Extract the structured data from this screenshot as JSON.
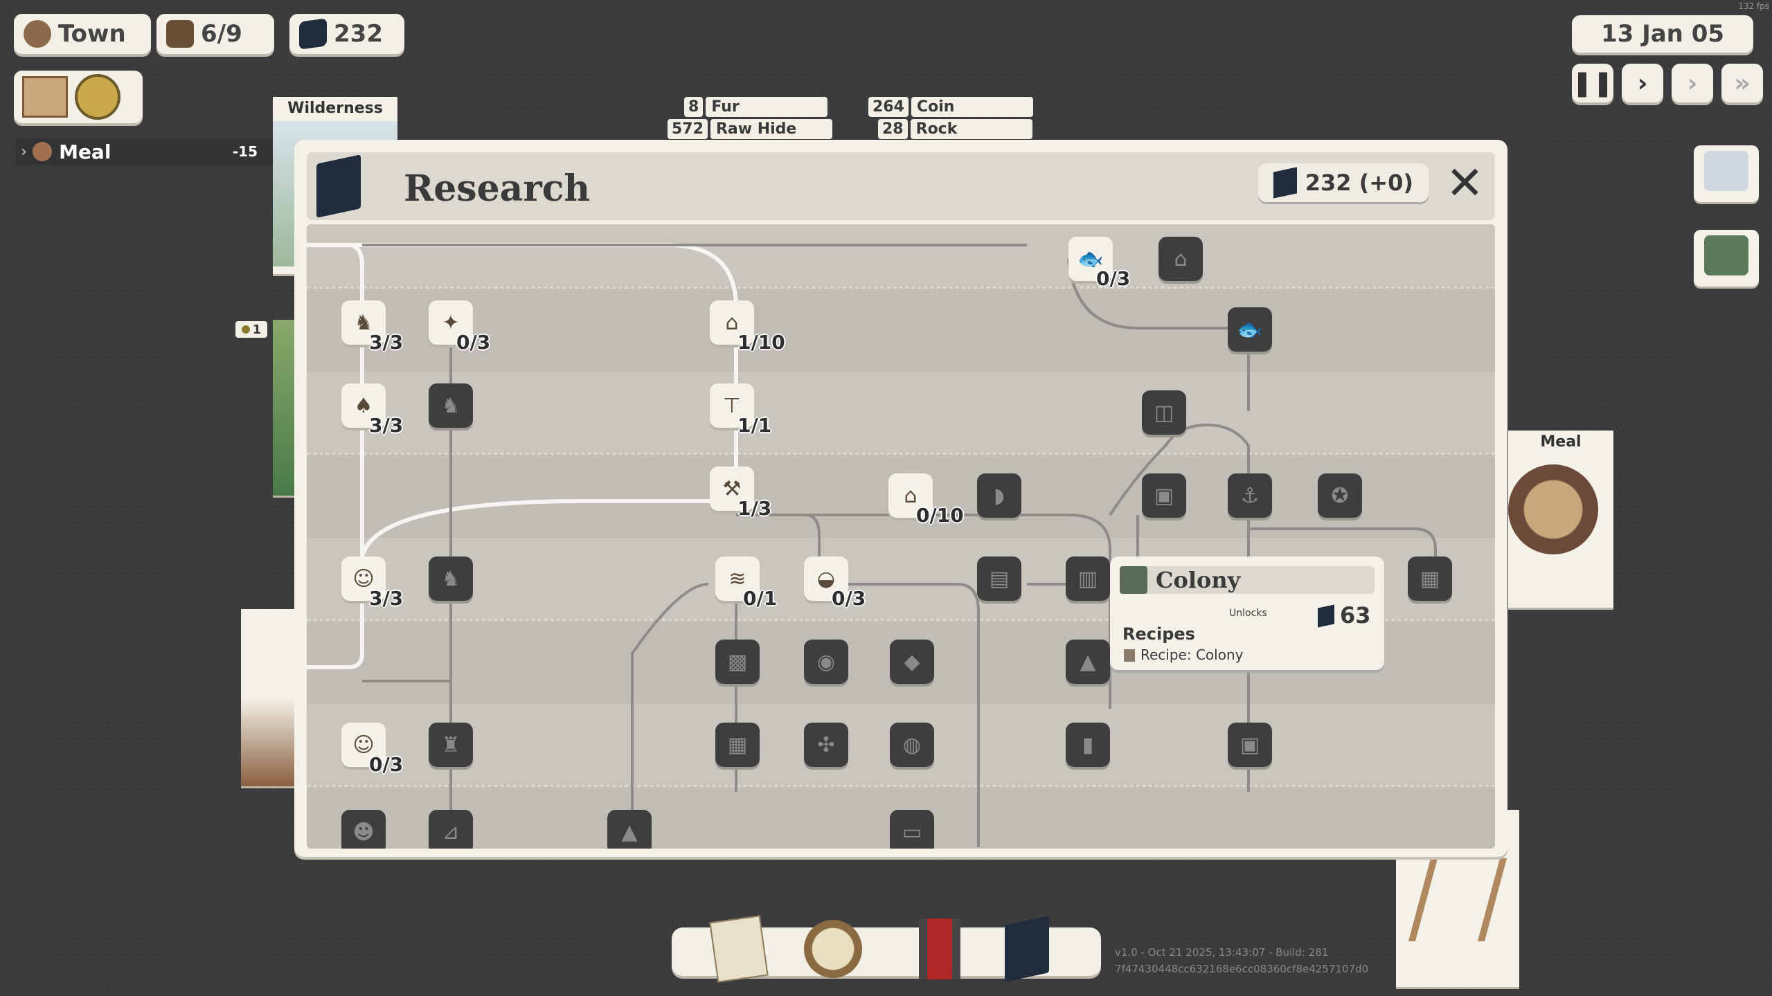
{
  "hud": {
    "settlement_name": "Town",
    "housing": "6/9",
    "research_points": "232",
    "date": "13 Jan 05",
    "fps": "132 fps",
    "time_controls": [
      {
        "name": "pause-button",
        "glyph": "❚❚",
        "active": true
      },
      {
        "name": "play-button",
        "glyph": "›",
        "active": true
      },
      {
        "name": "fast-button",
        "glyph": "›",
        "active": false
      },
      {
        "name": "fastest-button",
        "glyph": "»",
        "active": false
      }
    ]
  },
  "sidebar": {
    "meal_label": "Meal",
    "meal_rate": "-15",
    "notification_count": "1"
  },
  "cards": {
    "wilderness": "Wilderness",
    "meal": "Meal"
  },
  "resources": [
    {
      "count": "8",
      "name": "Fur"
    },
    {
      "count": "572",
      "name": "Raw Hide"
    },
    {
      "count": "264",
      "name": "Coin"
    },
    {
      "count": "28",
      "name": "Rock"
    }
  ],
  "research_panel": {
    "title": "Research",
    "points": "232 (+0)",
    "close_glyph": "✕",
    "nodes": [
      {
        "id": "fish-trap",
        "state": "part",
        "progress": "0/3",
        "icon": "fish-icon"
      },
      {
        "id": "fishing-hut",
        "state": "lock",
        "progress": "",
        "icon": "hut-icon"
      },
      {
        "id": "hare",
        "state": "on",
        "progress": "3/3",
        "icon": "hare-icon"
      },
      {
        "id": "bird",
        "state": "on",
        "progress": "0/3",
        "icon": "bird-icon"
      },
      {
        "id": "thatched-house",
        "state": "on",
        "progress": "1/10",
        "icon": "house-icon"
      },
      {
        "id": "fishmonger",
        "state": "lock",
        "progress": "",
        "icon": "fish-icon"
      },
      {
        "id": "deer",
        "state": "on",
        "progress": "3/3",
        "icon": "deer-icon"
      },
      {
        "id": "horse",
        "state": "lock",
        "progress": "",
        "icon": "horse-icon"
      },
      {
        "id": "stool",
        "state": "on",
        "progress": "1/1",
        "icon": "stool-icon"
      },
      {
        "id": "well",
        "state": "lock",
        "progress": "",
        "icon": "well-icon"
      },
      {
        "id": "axe",
        "state": "on",
        "progress": "1/3",
        "icon": "axe-icon"
      },
      {
        "id": "cottage",
        "state": "on",
        "progress": "0/10",
        "icon": "cottage-icon"
      },
      {
        "id": "cave",
        "state": "lock",
        "progress": "",
        "icon": "cave-icon"
      },
      {
        "id": "shop",
        "state": "lock",
        "progress": "",
        "icon": "shop-icon"
      },
      {
        "id": "harbor",
        "state": "lock",
        "progress": "",
        "icon": "harbor-icon"
      },
      {
        "id": "compass",
        "state": "lock",
        "progress": "",
        "icon": "compass-icon"
      },
      {
        "id": "hunter",
        "state": "on",
        "progress": "3/3",
        "icon": "hunter-icon"
      },
      {
        "id": "rider",
        "state": "lock",
        "progress": "",
        "icon": "rider-icon"
      },
      {
        "id": "farm",
        "state": "on",
        "progress": "0/1",
        "icon": "farm-icon"
      },
      {
        "id": "mine",
        "state": "on",
        "progress": "0/3",
        "icon": "mine-icon"
      },
      {
        "id": "tavern",
        "state": "lock",
        "progress": "",
        "icon": "tavern-icon"
      },
      {
        "id": "colony",
        "state": "lock",
        "progress": "",
        "icon": "colony-icon"
      },
      {
        "id": "manor",
        "state": "lock",
        "progress": "",
        "icon": "manor-icon"
      },
      {
        "id": "workshop",
        "state": "lock",
        "progress": "",
        "icon": "workshop-icon"
      },
      {
        "id": "kiln",
        "state": "lock",
        "progress": "",
        "icon": "kiln-icon"
      },
      {
        "id": "gem",
        "state": "lock",
        "progress": "",
        "icon": "gem-icon"
      },
      {
        "id": "lodge",
        "state": "lock",
        "progress": "",
        "icon": "lodge-icon"
      },
      {
        "id": "soldier",
        "state": "on",
        "progress": "0/3",
        "icon": "soldier-icon"
      },
      {
        "id": "knight",
        "state": "lock",
        "progress": "",
        "icon": "knight-icon"
      },
      {
        "id": "barn",
        "state": "lock",
        "progress": "",
        "icon": "barn-icon"
      },
      {
        "id": "windmill",
        "state": "lock",
        "progress": "",
        "icon": "windmill-icon"
      },
      {
        "id": "ore",
        "state": "lock",
        "progress": "",
        "icon": "ore-icon"
      },
      {
        "id": "book",
        "state": "lock",
        "progress": "",
        "icon": "book-icon"
      },
      {
        "id": "forge",
        "state": "lock",
        "progress": "",
        "icon": "forge-icon"
      },
      {
        "id": "guard",
        "state": "lock",
        "progress": "",
        "icon": "guard-icon"
      },
      {
        "id": "crane",
        "state": "lock",
        "progress": "",
        "icon": "crane-icon"
      },
      {
        "id": "tent",
        "state": "lock",
        "progress": "",
        "icon": "tent-icon"
      },
      {
        "id": "cart",
        "state": "lock",
        "progress": "",
        "icon": "cart-icon"
      }
    ]
  },
  "tooltip": {
    "title": "Colony",
    "unlocks_label": "Unlocks",
    "cost": "63",
    "section": "Recipes",
    "item": "Recipe: Colony"
  },
  "footer": {
    "version_line": "v1.0 - Oct 21 2025, 13:43:07 - Build: 281",
    "hash_line": "7f47430448cc632168e6cc08360cf8e4257107d0",
    "buttons": [
      "blueprint-button",
      "compass-button",
      "banner-button",
      "research-button"
    ]
  },
  "colors": {
    "background": "#3b3b3e",
    "panel": "#f4f1e8",
    "locked_node": "#3e3e3e"
  }
}
